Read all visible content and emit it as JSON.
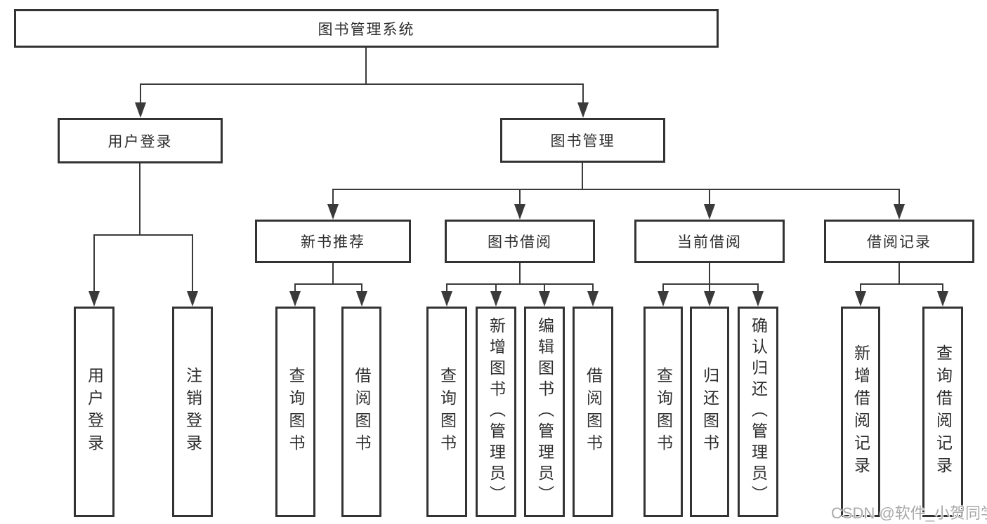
{
  "diagram": {
    "title_note": "library management system function structure diagram",
    "tree": {
      "root": {
        "label": "图书管理系统"
      },
      "user_login": {
        "label": "用户登录",
        "children": [
          {
            "label": "用户登录"
          },
          {
            "label": "注销登录"
          }
        ]
      },
      "book_mgmt": {
        "label": "图书管理"
      },
      "new_book_rec": {
        "label": "新书推荐",
        "children": [
          {
            "label": "查询图书"
          },
          {
            "label": "借阅图书"
          }
        ]
      },
      "book_borrow": {
        "label": "图书借阅",
        "children": [
          {
            "label": "查询图书"
          },
          {
            "label": "新增图书（管理员）"
          },
          {
            "label": "编辑图书（管理员）"
          },
          {
            "label": "借阅图书"
          }
        ]
      },
      "current_borrow": {
        "label": "当前借阅",
        "children": [
          {
            "label": "查询图书"
          },
          {
            "label": "归还图书"
          },
          {
            "label": "确认归还（管理员）"
          }
        ]
      },
      "borrow_records": {
        "label": "借阅记录",
        "children": [
          {
            "label": "新增借阅记录"
          },
          {
            "label": "查询借阅记录"
          }
        ]
      }
    },
    "colors": {
      "line": "#3a3a3a",
      "border": "#333333",
      "text": "#2e2e2e",
      "background": "#ffffff",
      "watermark": "#a9a9a9"
    }
  },
  "watermark": {
    "text": "CSDN @软件_小贺同学"
  }
}
